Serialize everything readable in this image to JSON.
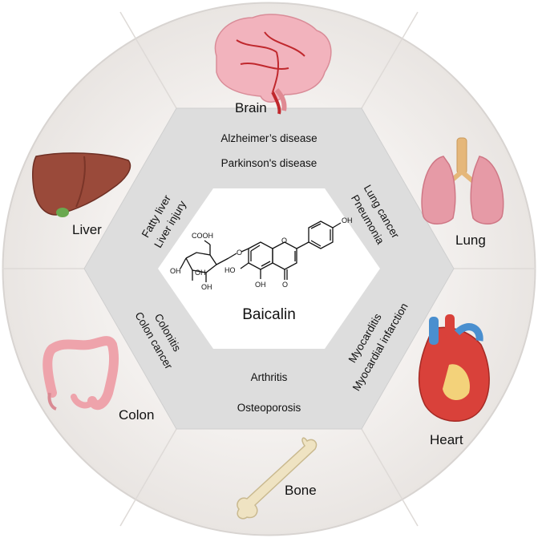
{
  "center": {
    "compound": "Baicalin",
    "chem_labels": {
      "cooh": "COOH",
      "oh": "OH",
      "ho": "HO",
      "o": "O"
    }
  },
  "organs": {
    "brain": "Brain",
    "lung": "Lung",
    "heart": "Heart",
    "bone": "Bone",
    "colon": "Colon",
    "liver": "Liver"
  },
  "diseases": {
    "brain": [
      "Alzheimer’s disease",
      "Parkinson's disease"
    ],
    "lung": [
      "Lung cancer",
      "Pneumonia"
    ],
    "heart": [
      "Myocarditis",
      "Myocardial infarction"
    ],
    "bone": [
      "Arthritis",
      "Osteoporosis"
    ],
    "colon": [
      "Colonitis",
      "Colon cancer"
    ],
    "liver": [
      "Fatty liver",
      "Liver injury"
    ]
  },
  "colors": {
    "outer_ring": "#efeceb",
    "ring_border": "#d9d6d4",
    "hexagon": "#dcdcdc",
    "center": "#ffffff",
    "brain": "#f2b8c0",
    "brain_vessel": "#c0282d",
    "lung": "#e79aa6",
    "trachea": "#e5b77a",
    "heart_red": "#d9413a",
    "heart_blue": "#4a8fcf",
    "heart_yellow": "#f3d27a",
    "bone": "#efe3c2",
    "colon": "#eea3ab",
    "liver": "#9a4a3a"
  }
}
